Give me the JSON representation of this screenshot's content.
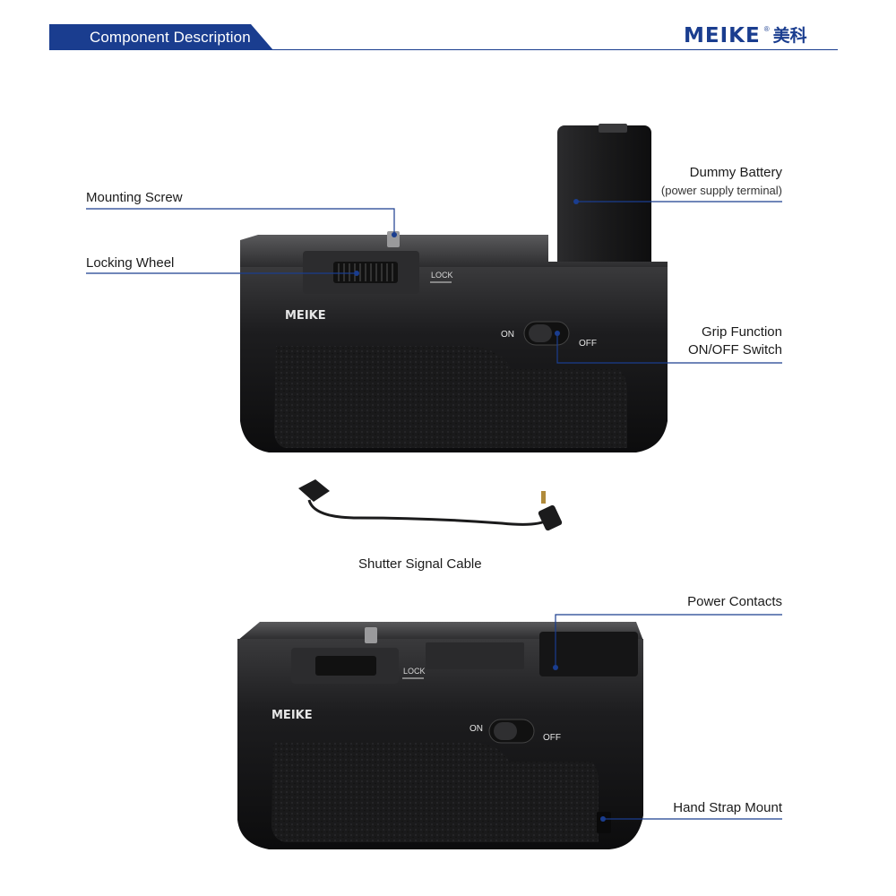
{
  "header": {
    "title": "Component Description",
    "brand_word": "MEIKE",
    "brand_cn": "美科",
    "accent": "#1a3d8f"
  },
  "callouts": {
    "mounting_screw": "Mounting Screw",
    "locking_wheel": "Locking Wheel",
    "dummy_battery": "Dummy Battery",
    "dummy_battery_sub": "(power supply terminal)",
    "grip_switch_line1": "Grip Function",
    "grip_switch_line2": "ON/OFF Switch",
    "shutter_cable": "Shutter Signal Cable",
    "power_contacts": "Power Contacts",
    "hand_strap": "Hand Strap Mount"
  },
  "device_markings": {
    "lock": "LOCK",
    "on": "ON",
    "off": "OFF",
    "logo": "MEIKE"
  }
}
